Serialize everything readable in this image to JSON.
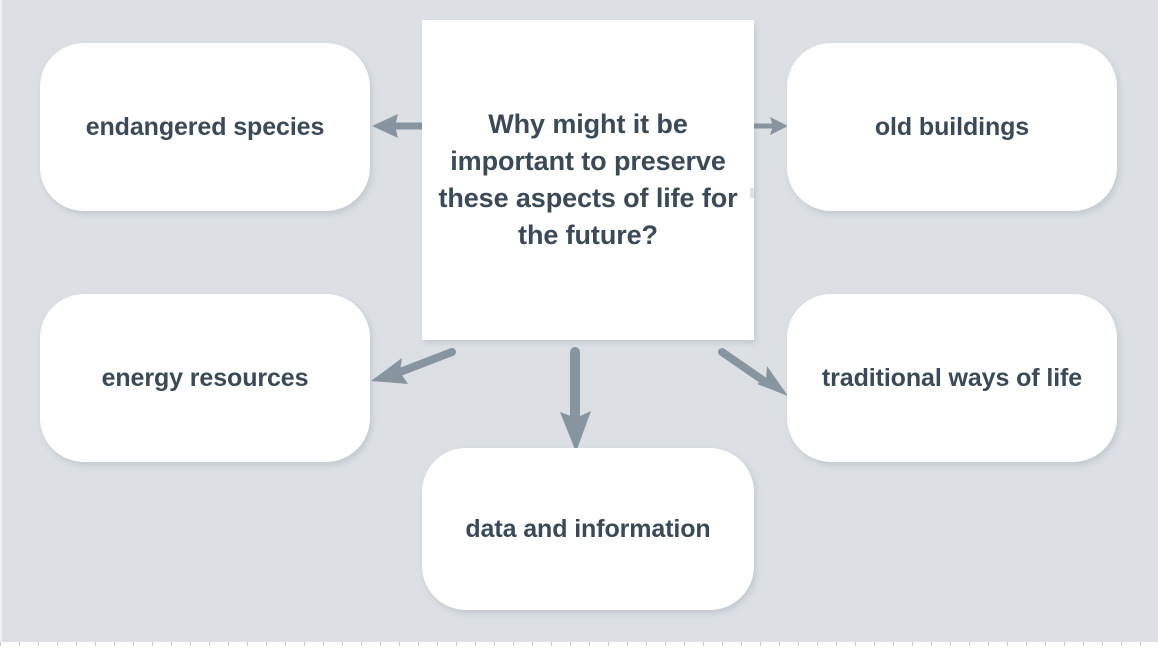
{
  "diagram": {
    "type": "mind-map",
    "background_color": "#dce0e5",
    "text_color": "#3a4a58",
    "node_fill": "#ffffff",
    "arrow_color": "#8795a1",
    "center": {
      "id": "center-question",
      "text": "Why might it be important to preserve these aspects of life for the future?"
    },
    "nodes": [
      {
        "id": "endangered-species",
        "text": "endangered species",
        "position": "top-left"
      },
      {
        "id": "old-buildings",
        "text": "old buildings",
        "position": "top-right"
      },
      {
        "id": "energy-resources",
        "text": "energy resources",
        "position": "middle-left"
      },
      {
        "id": "traditional-ways",
        "text": "traditional ways of life",
        "position": "middle-right"
      },
      {
        "id": "data-information",
        "text": "data and information",
        "position": "bottom-center"
      }
    ],
    "arrows": [
      {
        "id": "arrow-to-endangered-species",
        "direction": "left",
        "from": "center-question",
        "to": "endangered-species"
      },
      {
        "id": "arrow-to-old-buildings",
        "direction": "right",
        "from": "center-question",
        "to": "old-buildings"
      },
      {
        "id": "arrow-to-energy-resources",
        "direction": "down-left",
        "from": "center-question",
        "to": "energy-resources"
      },
      {
        "id": "arrow-to-traditional-ways",
        "direction": "down-right",
        "from": "center-question",
        "to": "traditional-ways"
      },
      {
        "id": "arrow-to-data-information",
        "direction": "down",
        "from": "center-question",
        "to": "data-information"
      }
    ]
  }
}
